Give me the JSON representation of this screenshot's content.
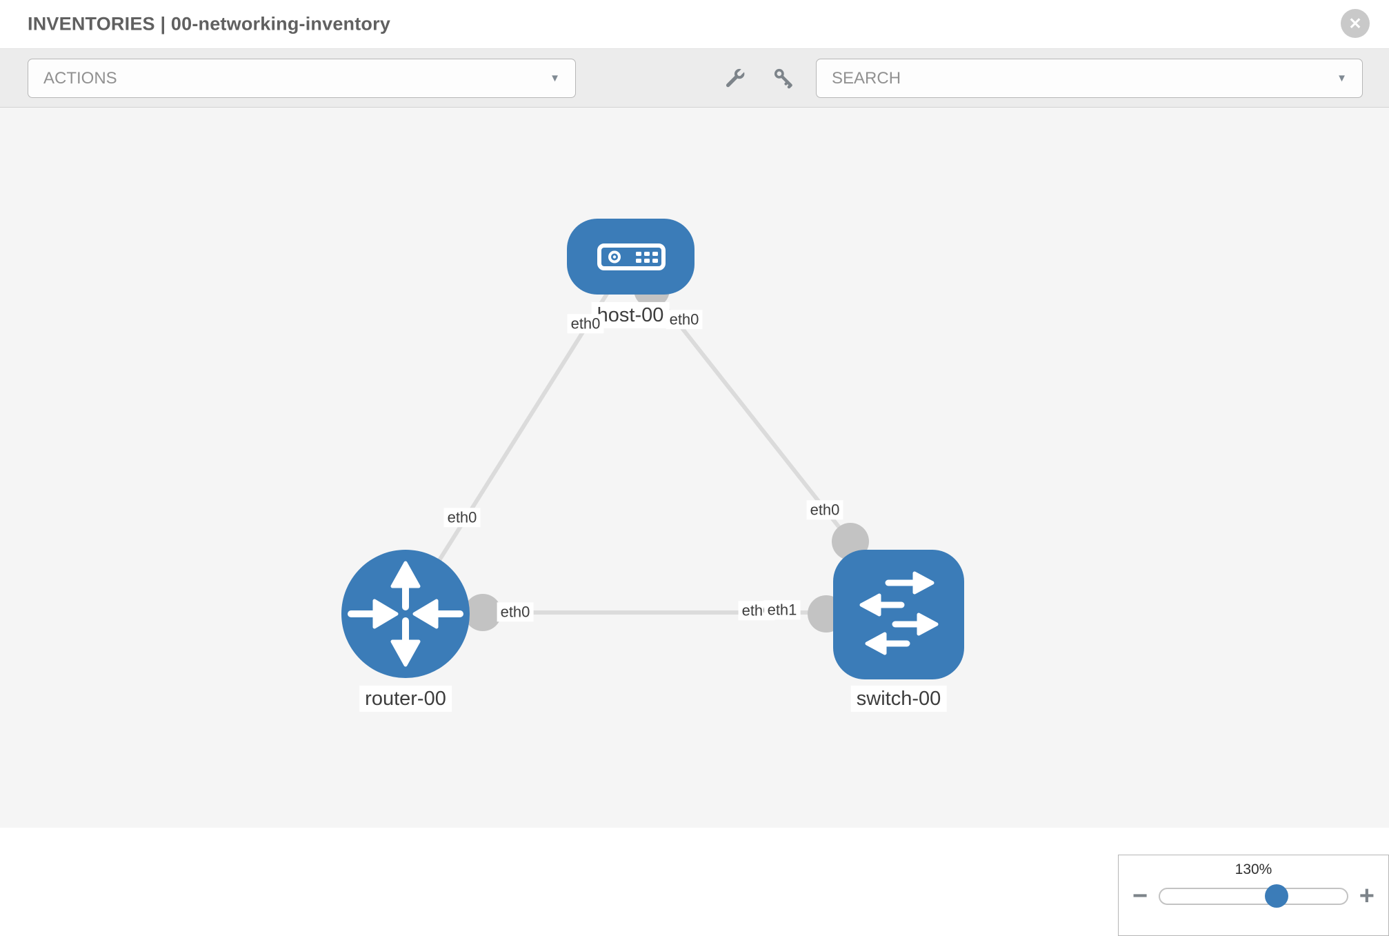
{
  "header": {
    "title": "INVENTORIES | 00-networking-inventory",
    "close_glyph": "✕"
  },
  "toolbar": {
    "actions_placeholder": "ACTIONS",
    "search_placeholder": "SEARCH",
    "caret_glyph": "▼"
  },
  "topology": {
    "node_color": "#3b7cb8",
    "nodes": [
      {
        "id": "host-00",
        "label": "host-00",
        "type": "host"
      },
      {
        "id": "router-00",
        "label": "router-00",
        "type": "router"
      },
      {
        "id": "switch-00",
        "label": "switch-00",
        "type": "switch"
      }
    ],
    "links": [
      {
        "from": "router-00",
        "from_interface": "eth0",
        "to": "host-00",
        "to_interface": "eth0"
      },
      {
        "from": "host-00",
        "from_interface": "eth0",
        "to": "switch-00",
        "to_interface": "eth0"
      },
      {
        "from": "router-00",
        "from_interface": "eth0",
        "to": "switch-00",
        "to_interface": "eth1"
      }
    ],
    "overlapped_label": {
      "under": "eth0",
      "over": "eth1"
    }
  },
  "zoom_control": {
    "level_label": "130%",
    "percent": 130,
    "minus_glyph": "−",
    "plus_glyph": "+"
  }
}
